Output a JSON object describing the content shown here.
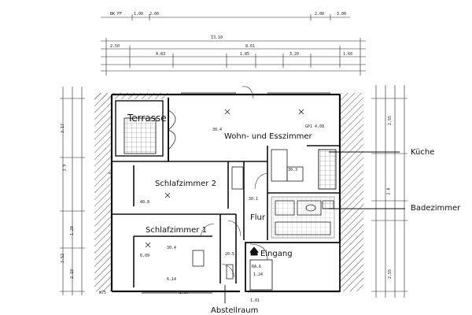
{
  "rooms": {
    "terrasse": "Terrasse",
    "wohn": "Wohn- und Esszimmer",
    "kueche": "Küche",
    "schlaf2": "Schlafzimmer 2",
    "badezimmer": "Badezimmer",
    "flur": "Flur",
    "schlaf1": "Schlafzimmer 1",
    "eingang": "Eingang",
    "abstellraum": "Abstellraum"
  },
  "dims": {
    "top": [
      "1.00",
      "2.00",
      "2.00",
      "3.00",
      "13.10",
      "2.50",
      "8.61",
      "4.83",
      "1.85",
      "3.20",
      "1.60"
    ],
    "left": [
      "3.17",
      "3.9",
      "1.29",
      "3.52",
      "2.18"
    ],
    "right": [
      "2.55",
      "2.0",
      "2.55"
    ],
    "bottom": [
      "2.87",
      "1.01"
    ]
  },
  "marks": [
    "30.4",
    "GP1 4.08",
    "40.8",
    "30.1",
    "30.3",
    "30.4",
    "6.09",
    "20.5",
    "RA.6",
    "1.24",
    "6.14",
    "W75"
  ]
}
